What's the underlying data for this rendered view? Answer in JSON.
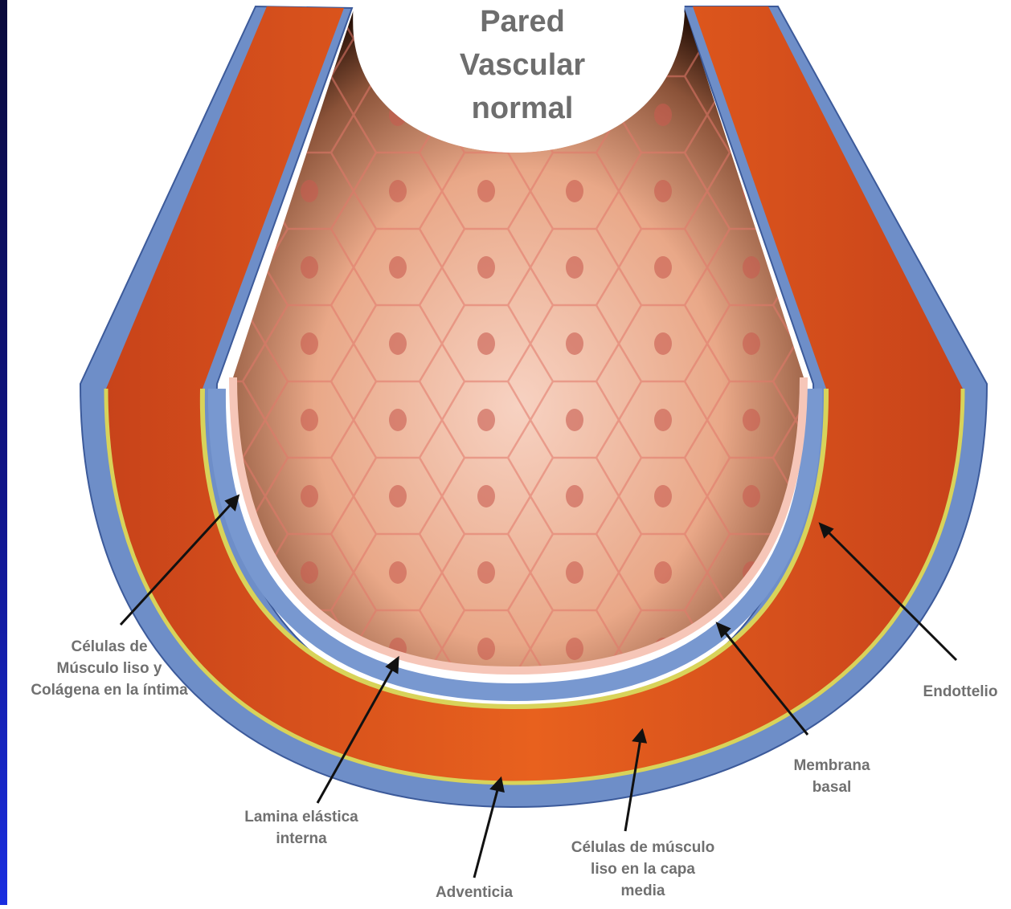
{
  "title": [
    "Pared",
    "Vascular",
    "normal"
  ],
  "labels": {
    "intima_cells": [
      "Células de",
      "Músculo liso y",
      "Colágena en la íntima"
    ],
    "lamina": [
      "Lamina elástica",
      "interna"
    ],
    "adventicia": [
      "Adventicia"
    ],
    "media_cells": [
      "Células de músculo",
      "liso en la capa",
      "media"
    ],
    "membrana": [
      "Membrana",
      "basal"
    ],
    "endotelio": [
      "Endottelio"
    ]
  },
  "colors": {
    "media": "#e85a1a",
    "adventitia": "#6e8ec8",
    "elastic_lamina": "#d8d35a",
    "endothelium": "#f6c6b8",
    "label_text": "#707070",
    "arrow": "#111111"
  }
}
